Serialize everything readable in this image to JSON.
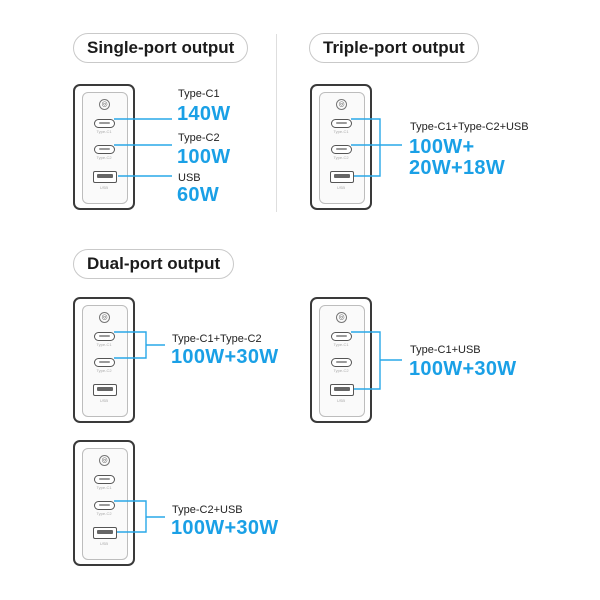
{
  "sections": {
    "single": "Single-port output",
    "triple": "Triple-port output",
    "dual": "Dual-port output"
  },
  "charger": {
    "port_c1": "Type-C1",
    "port_c2": "Type-C2",
    "port_usb": "USB"
  },
  "single": {
    "c1_name": "Type-C1",
    "c1_watt": "140W",
    "c2_name": "Type-C2",
    "c2_watt": "100W",
    "usb_name": "USB",
    "usb_watt": "60W"
  },
  "triple": {
    "name": "Type-C1+Type-C2+USB",
    "watt_line1": "100W+",
    "watt_line2": "20W+18W"
  },
  "dual": [
    {
      "name": "Type-C1+Type-C2",
      "watt": "100W+30W"
    },
    {
      "name": "Type-C1+USB",
      "watt": "100W+30W"
    },
    {
      "name": "Type-C2+USB",
      "watt": "100W+30W"
    }
  ],
  "colors": {
    "accent": "#1aa0e6",
    "frame": "#3a3a3a",
    "connector": "#29a8e8"
  }
}
